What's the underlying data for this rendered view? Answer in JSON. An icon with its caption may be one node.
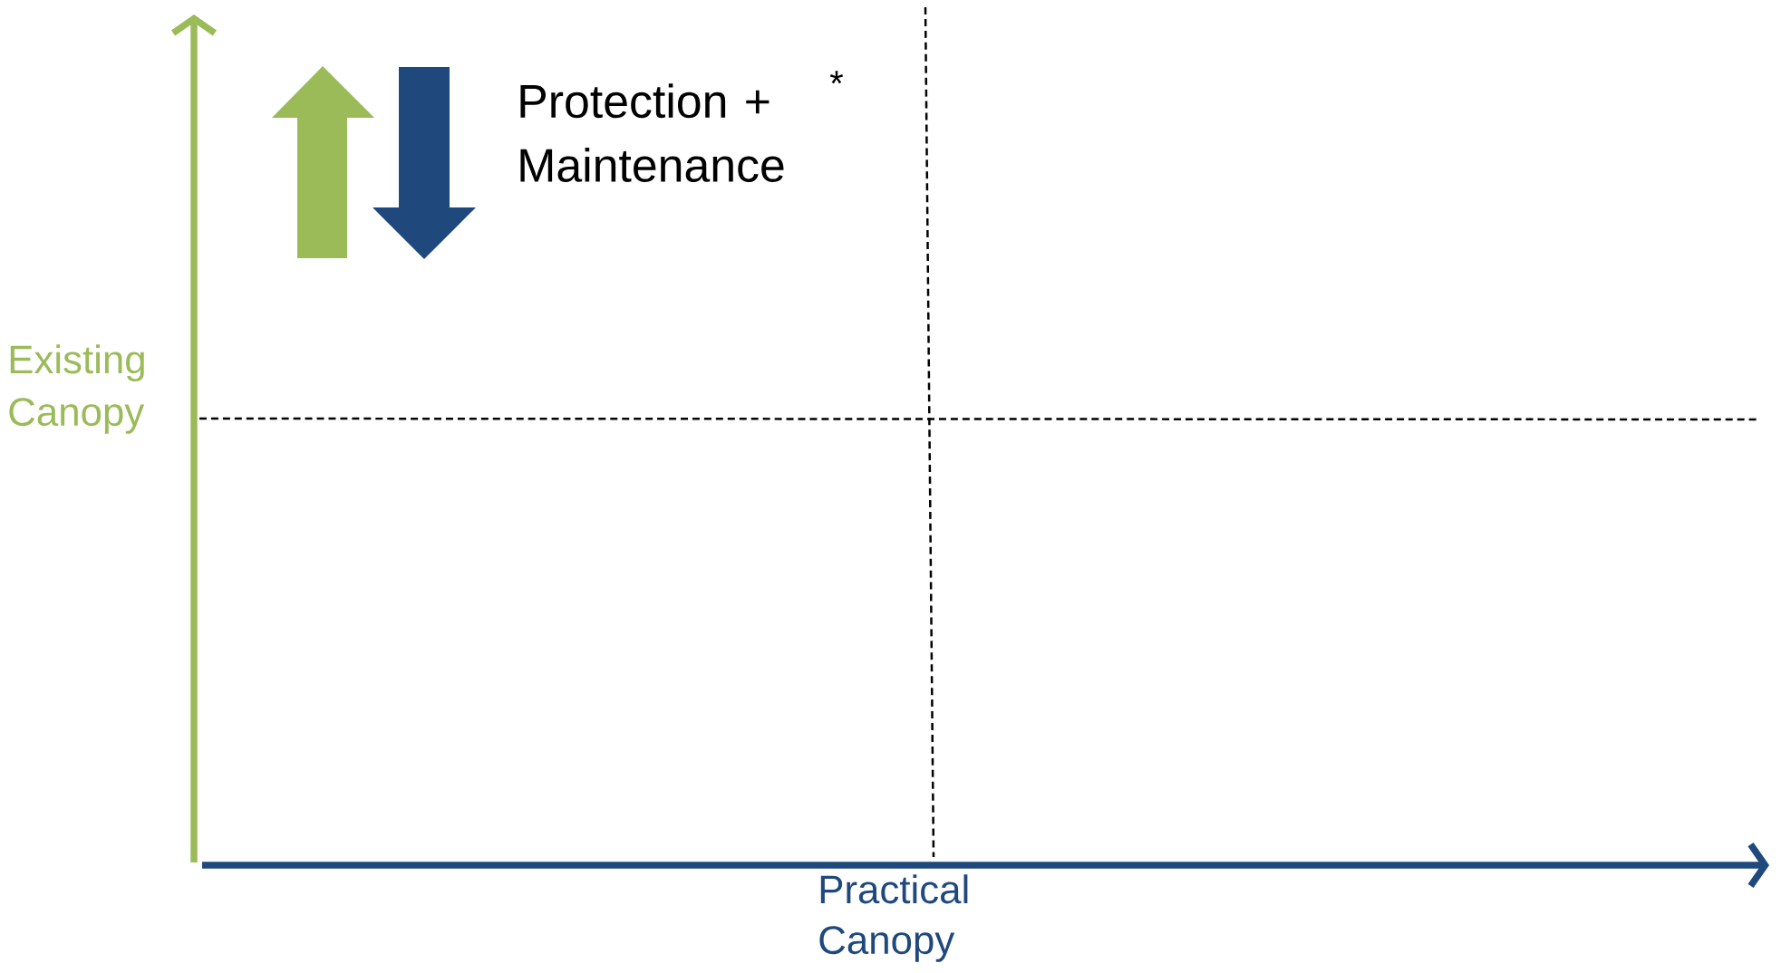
{
  "diagram": {
    "labels": [
      "Protection + Maintenance",
      "*",
      "Existing Canopy",
      "Practical Canopy"
    ]
  }
}
